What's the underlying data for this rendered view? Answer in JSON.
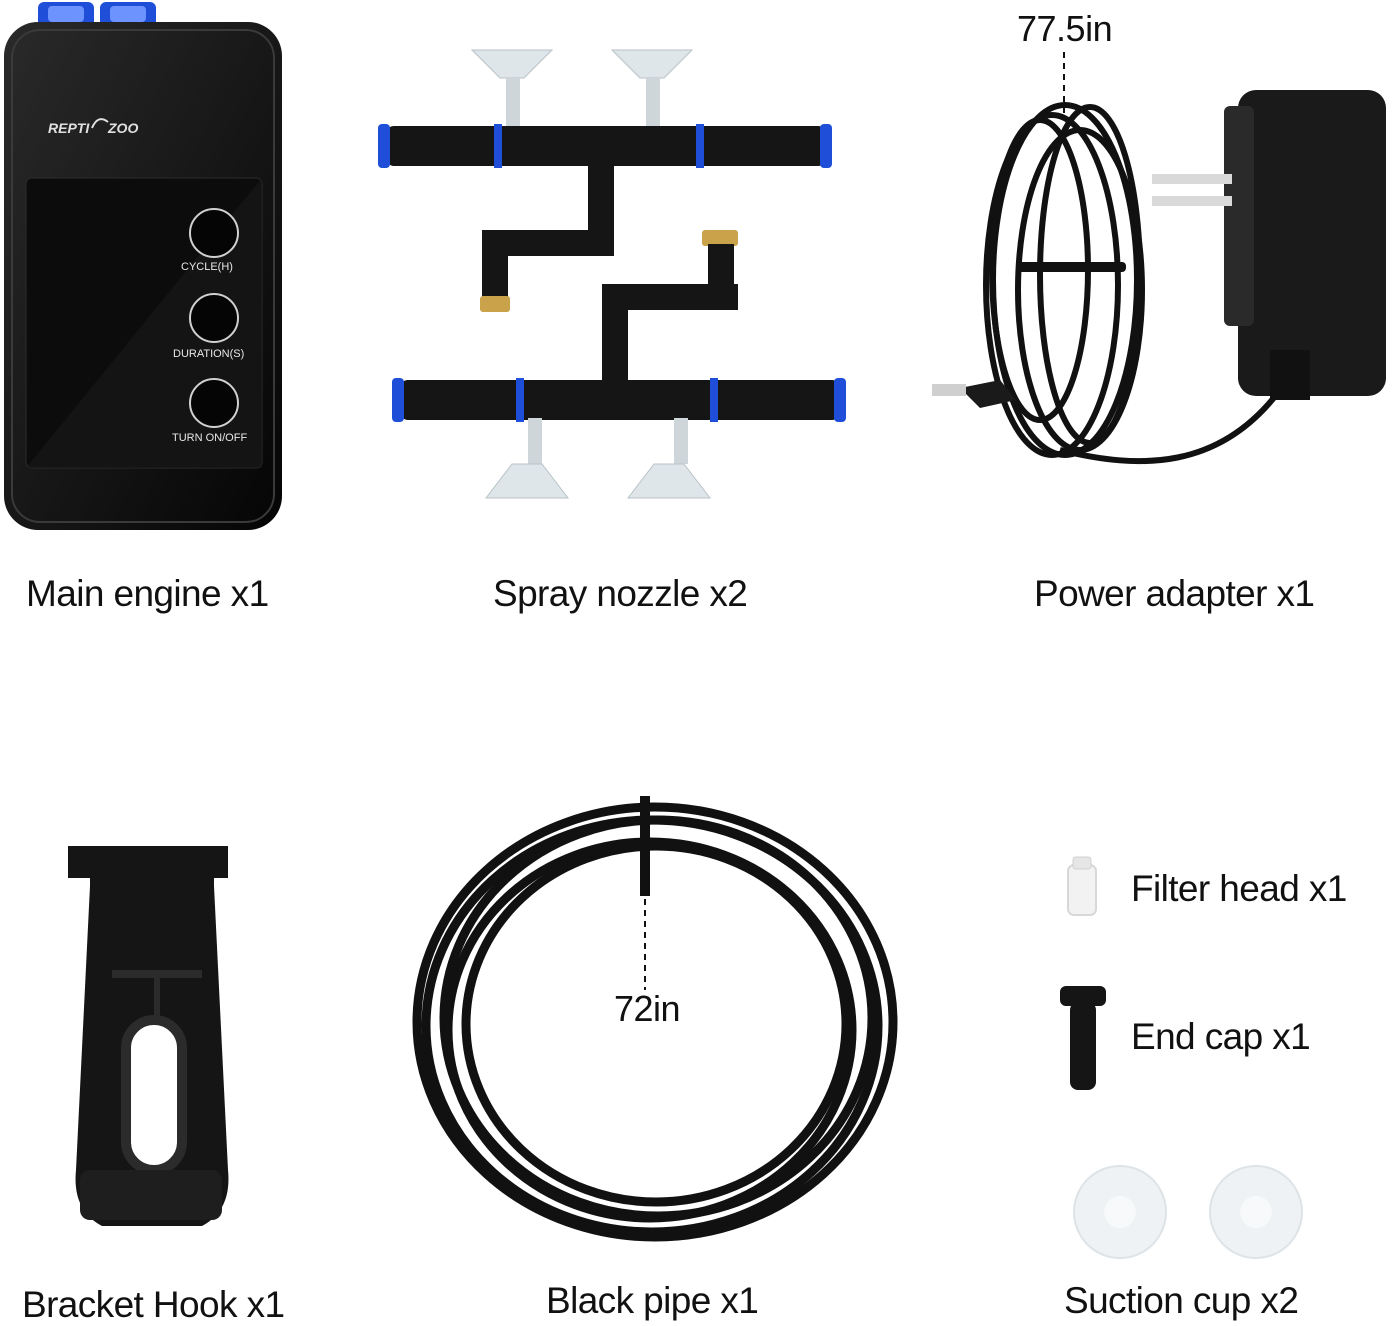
{
  "items": {
    "main_engine": {
      "label": "Main engine x1"
    },
    "spray_nozzle": {
      "label": "Spray nozzle x2"
    },
    "power_adapter": {
      "label": "Power adapter x1",
      "cord_length": "77.5in"
    },
    "bracket_hook": {
      "label": "Bracket Hook x1"
    },
    "black_pipe": {
      "label": "Black pipe x1",
      "length": "72in"
    },
    "filter_head": {
      "label": "Filter head x1"
    },
    "end_cap": {
      "label": "End cap x1"
    },
    "suction_cup": {
      "label": "Suction cup x2"
    }
  },
  "device": {
    "brand": "REPTI ZOO",
    "buttons": [
      "CYCLE(H)",
      "DURATION(S)",
      "TURN ON/OFF"
    ]
  },
  "colors": {
    "device_body": "#151515",
    "connector_blue": "#1f4fd8",
    "brass": "#c9a24a",
    "label_text": "#111111"
  }
}
